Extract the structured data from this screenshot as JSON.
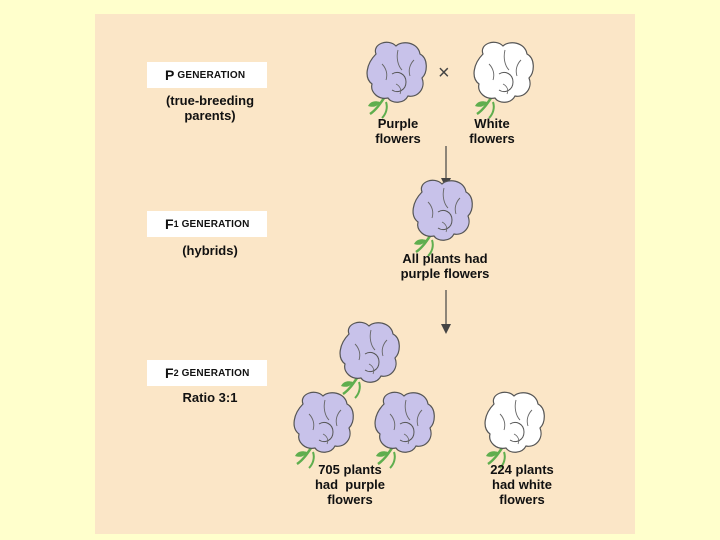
{
  "p_generation": {
    "letter": "P",
    "word": "GENERATION",
    "note_line1": "(true-breeding",
    "note_line2": "parents)",
    "cross_symbol": "×",
    "parent1_line1": "Purple",
    "parent1_line2": "flowers",
    "parent2_line1": "White",
    "parent2_line2": "flowers"
  },
  "f1_generation": {
    "letter": "F",
    "subscript": "1",
    "word": "GENERATION",
    "note": "(hybrids)",
    "caption_line1": "All plants had",
    "caption_line2": "purple flowers"
  },
  "f2_generation": {
    "letter": "F",
    "subscript": "2",
    "word": "GENERATION",
    "note": "Ratio 3:1",
    "purple_line1": "705 plants",
    "purple_line2": "had  purple",
    "purple_line3": "flowers",
    "white_line1": "224 plants",
    "white_line2": "had white",
    "white_line3": "flowers"
  },
  "colors": {
    "purple_flower": "#c8c2ea",
    "white_flower": "#ffffff",
    "stem": "#5fae4e",
    "panel": "#fbe6c7",
    "background": "#ffffcc"
  }
}
